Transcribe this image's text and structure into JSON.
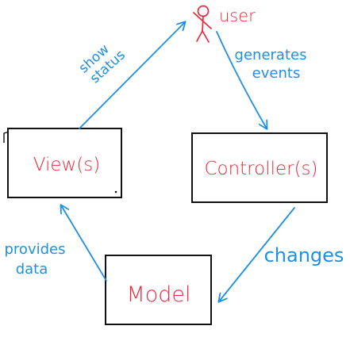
{
  "colors": {
    "ink_red": "#e8293b",
    "ink_blue": "#1f8fe0",
    "ink_black": "#111111"
  },
  "nodes": {
    "user": {
      "label": "user",
      "icon": "stick-figure-icon"
    },
    "view": {
      "label": "View(s)"
    },
    "controller": {
      "label": "Controller(s)"
    },
    "model": {
      "label": "Model"
    }
  },
  "edges": {
    "show_status": {
      "line1": "show",
      "line2": "status"
    },
    "generates_events": {
      "line1": "generates",
      "line2": "events"
    },
    "changes": {
      "label": "changes"
    },
    "provides_data": {
      "line1": "provides",
      "line2": "data"
    }
  }
}
